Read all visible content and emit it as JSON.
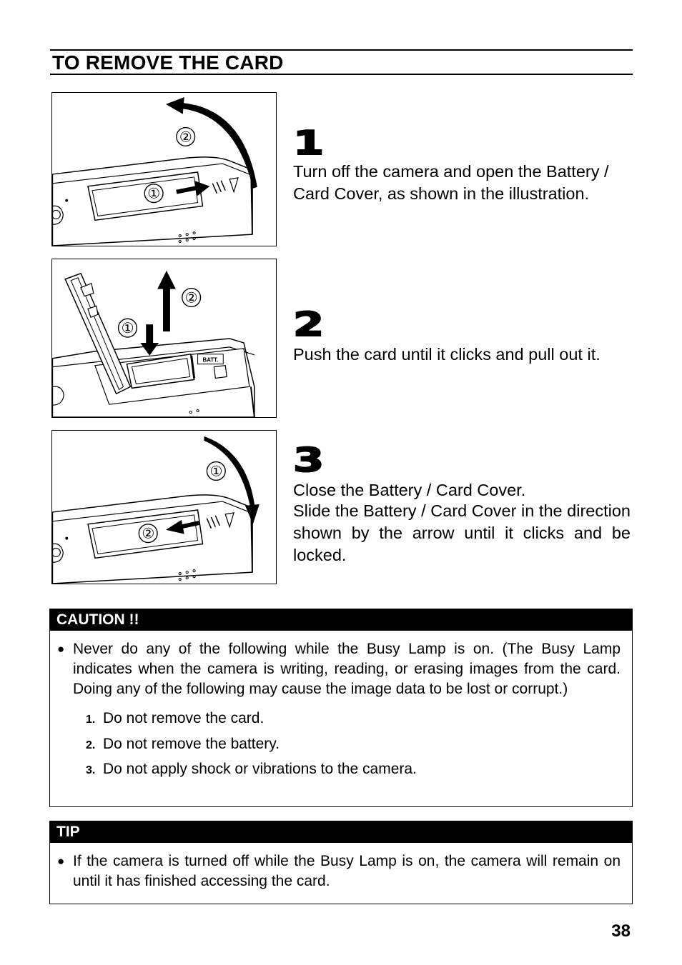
{
  "heading": "TO REMOVE THE CARD",
  "steps": [
    {
      "number": "1",
      "lines": [
        "Turn off the camera and open the Battery / Card Cover, as shown in the illustration."
      ],
      "callouts": [
        "②",
        "①"
      ]
    },
    {
      "number": "2",
      "lines": [
        "Push the card until it clicks and pull out it."
      ],
      "callouts": [
        "①",
        "②"
      ],
      "label": "BATT."
    },
    {
      "number": "3",
      "lines": [
        "Close the Battery / Card Cover.",
        "Slide the Battery / Card Cover in the direction shown by the arrow until it clicks and be locked."
      ],
      "callouts": [
        "①",
        "②"
      ]
    }
  ],
  "caution": {
    "title": "CAUTION !!",
    "bullet": "Never do any of the following while the Busy Lamp is on. (The Busy Lamp indicates when the camera is writing, reading, or erasing images from the card. Doing any of the following may cause the image data to be lost or corrupt.)",
    "items": [
      {
        "n": "1.",
        "text": "Do not remove the card."
      },
      {
        "n": "2.",
        "text": "Do not remove the battery."
      },
      {
        "n": "3.",
        "text": "Do not apply shock or vibrations to the camera."
      }
    ]
  },
  "tip": {
    "title": "TIP",
    "bullet": "If the camera is turned off while the Busy Lamp is on, the camera will remain on until it has finished accessing the card."
  },
  "bullet_symbol": "●",
  "page_number": "38"
}
